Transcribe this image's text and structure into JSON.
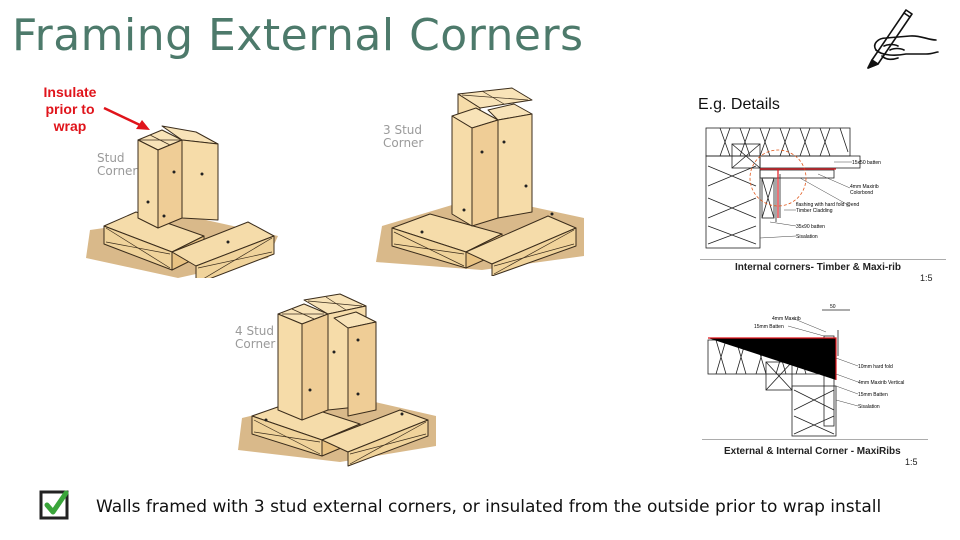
{
  "title": "Framing External Corners",
  "callout": "Insulate\nprior to\nwrap",
  "corners": {
    "stud": "Stud\nCorner",
    "three_stud": "3 Stud\nCorner",
    "four_stud": "4 Stud\nCorner"
  },
  "details": {
    "heading": "E.g. Details",
    "detail1": {
      "caption": "Internal corners- Timber & Maxi-rib",
      "scale": "1:5",
      "notes": [
        "15x50 batten",
        "4mm Maxirib",
        "Colorbond",
        "flashing with hard fold @end",
        "Timber Cladding",
        "35x90 batten",
        "Sisalation"
      ]
    },
    "detail2": {
      "caption": "External & Internal Corner - MaxiRibs",
      "scale": "1:5",
      "dimension": "50",
      "notes": [
        "4mm Maxirib",
        "15mm Batten",
        "10mm hard fold",
        "4mm Maxirib Vertical",
        "15mm Batten",
        "Sisalation"
      ]
    }
  },
  "footer": {
    "checkbox_checked": true,
    "text": "Walls framed with 3 stud external corners, or insulated from the outside prior to wrap install",
    "check_color": "#3aa53a"
  },
  "icon": "hand-writing-pencil-icon"
}
